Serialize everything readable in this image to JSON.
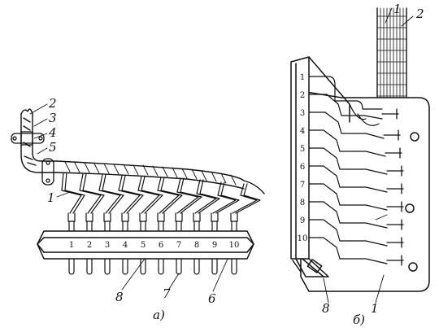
{
  "figure": {
    "panel_a": {
      "caption": "а)",
      "callouts": [
        "1",
        "2",
        "3",
        "4",
        "5",
        "6",
        "7",
        "8"
      ],
      "terminal_numbers": [
        "1",
        "2",
        "3",
        "4",
        "5",
        "6",
        "7",
        "8",
        "9",
        "10"
      ]
    },
    "panel_b": {
      "caption": "б)",
      "callouts": [
        "1",
        "2",
        "8",
        "1"
      ],
      "terminal_numbers": [
        "1",
        "2",
        "3",
        "4",
        "5",
        "6",
        "7",
        "8",
        "9",
        "10"
      ]
    }
  }
}
